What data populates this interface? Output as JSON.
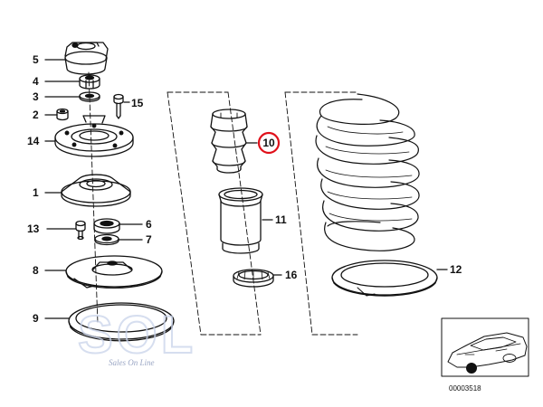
{
  "callouts": {
    "c1": "1",
    "c2": "2",
    "c3": "3",
    "c4": "4",
    "c5": "5",
    "c6": "6",
    "c7": "7",
    "c8": "8",
    "c9": "9",
    "c10": "10",
    "c11": "11",
    "c12": "12",
    "c13": "13",
    "c14": "14",
    "c15": "15",
    "c16": "16"
  },
  "highlight": {
    "part": "10",
    "color": "#e0101a"
  },
  "watermark": {
    "logo": "SOL",
    "tagline": "Sales On Line"
  },
  "diagram_ref": "00003518"
}
